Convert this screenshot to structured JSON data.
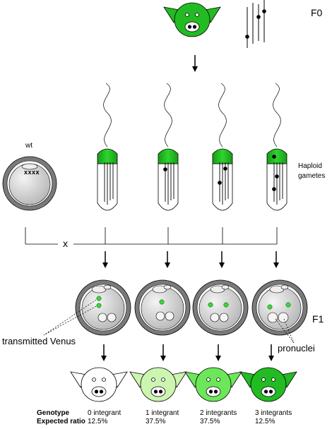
{
  "labels": {
    "f0": "F0",
    "f1": "F1",
    "wt": "wt",
    "chromosomes": "xxxx",
    "cross": "x",
    "haploid_gametes": "Haploid\ngametes",
    "transmitted_venus": "transmitted Venus",
    "pronuclei": "pronuclei"
  },
  "footer": {
    "genotype_label": "Genotype",
    "ratio_label": "Expected ratio",
    "columns": [
      {
        "genotype": "0 integrant",
        "ratio": "12.5%"
      },
      {
        "genotype": "1 integrant",
        "ratio": "37.5%"
      },
      {
        "genotype": "2 integrants",
        "ratio": "37.5%"
      },
      {
        "genotype": "3 integrants",
        "ratio": "12.5%"
      }
    ]
  },
  "colors": {
    "f0_pig": "#22bb22",
    "offspring_pigs": [
      "#ffffff",
      "#ccf5b0",
      "#6de75a",
      "#22bb22"
    ],
    "sperm_head": "#1fbf1f",
    "venus_dot": "#33dd33",
    "zona": "#7a7a7a"
  }
}
